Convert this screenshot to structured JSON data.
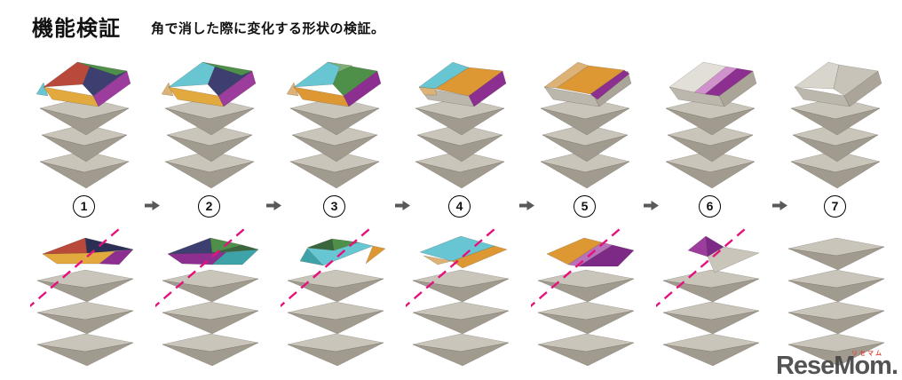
{
  "header": {
    "title": "機能検証",
    "subtitle": "角で消した際に変化する形状の検証。"
  },
  "steps": [
    {
      "number": "1",
      "cap_colors": [
        "red",
        "green",
        "navy",
        "yellow",
        "magenta",
        "cyan"
      ]
    },
    {
      "number": "2",
      "cap_colors": [
        "cyan",
        "green",
        "navy",
        "yellow",
        "magenta",
        "tan"
      ]
    },
    {
      "number": "3",
      "cap_colors": [
        "cyan",
        "light-green",
        "green",
        "orange",
        "purple",
        "tan"
      ]
    },
    {
      "number": "4",
      "cap_colors": [
        "cyan",
        "orange",
        "purple",
        "tan"
      ]
    },
    {
      "number": "5",
      "cap_colors": [
        "tan",
        "orange",
        "purple"
      ]
    },
    {
      "number": "6",
      "cap_colors": [
        "light-gray",
        "pink",
        "purple"
      ]
    },
    {
      "number": "7",
      "cap_colors": []
    }
  ],
  "bottom_steps": [
    {
      "cut_line": true,
      "colors": [
        "red",
        "navy",
        "yellow",
        "purple"
      ]
    },
    {
      "cut_line": true,
      "colors": [
        "navy",
        "green",
        "purple",
        "teal"
      ]
    },
    {
      "cut_line": true,
      "colors": [
        "green",
        "cyan",
        "teal",
        "orange"
      ]
    },
    {
      "cut_line": true,
      "colors": [
        "cyan",
        "orange",
        "tan"
      ]
    },
    {
      "cut_line": true,
      "colors": [
        "orange",
        "light-purple",
        "purple"
      ]
    },
    {
      "cut_line": true,
      "colors": [
        "purple"
      ]
    },
    {
      "cut_line": false,
      "colors": []
    }
  ],
  "logo": {
    "text": "ReseMom.",
    "ruby": "リセマム"
  },
  "palette": {
    "red": "#b8493b",
    "green": "#4e8f4a",
    "greenlt": "#7fae76",
    "greendk": "#39663c",
    "navy": "#3c3f70",
    "navyd": "#2b2e55",
    "cyan": "#67c6d1",
    "teal": "#3da3a8",
    "yellow": "#e2a93e",
    "orange": "#dd9834",
    "tan": "#dcb277",
    "magenta": "#9c3d9e",
    "purple": "#8d2f90",
    "purpled": "#7c2a86",
    "purplelt": "#b772ba",
    "pink": "#cf92cc",
    "caplight": "#e2dfd8",
    "capA": "#d8d5cd",
    "capB": "#c7c3b9",
    "graylight": "#c9c5bb",
    "graydark": "#a19b8f",
    "graymid": "#bcb7ac",
    "grayside": "#aaa499",
    "dash": "#e5127d",
    "arrow": "#595959",
    "ink": "#111111",
    "logoc": "#454545",
    "rubyc": "#d94a3a"
  }
}
